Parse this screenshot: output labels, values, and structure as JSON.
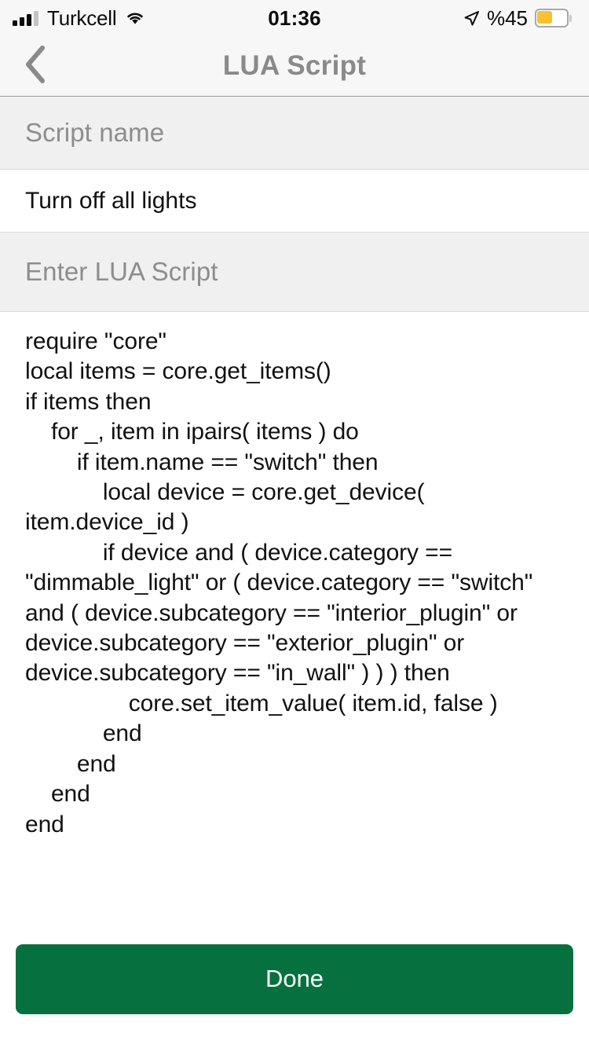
{
  "status_bar": {
    "carrier": "Turkcell",
    "time": "01:36",
    "battery_percent": "%45",
    "battery_level": 45,
    "signal_bars_filled": 3,
    "signal_bars_total": 4,
    "wifi_icon": "wifi-icon",
    "location_icon": "location-arrow-icon",
    "battery_icon": "battery-icon",
    "battery_fill_color": "#FBC02D"
  },
  "navbar": {
    "back_icon": "chevron-left-icon",
    "title": "LUA Script",
    "title_color": "#8a8a8a"
  },
  "sections": {
    "script_name": {
      "header": "Script name",
      "value": "Turn off all lights",
      "placeholder": "Script name"
    },
    "lua_script": {
      "header": "Enter LUA Script",
      "placeholder": "Enter LUA Script",
      "code": "require \"core\"\nlocal items = core.get_items()\nif items then\n    for _, item in ipairs( items ) do\n        if item.name == \"switch\" then\n            local device = core.get_device( item.device_id )\n            if device and ( device.category == \"dimmable_light\" or ( device.category == \"switch\" and ( device.subcategory == \"interior_plugin\" or device.subcategory == \"exterior_plugin\" or device.subcategory == \"in_wall\" ) ) ) then\n                core.set_item_value( item.id, false )\n            end\n        end\n    end\nend"
    }
  },
  "footer": {
    "done_label": "Done",
    "done_color": "#06713F"
  }
}
